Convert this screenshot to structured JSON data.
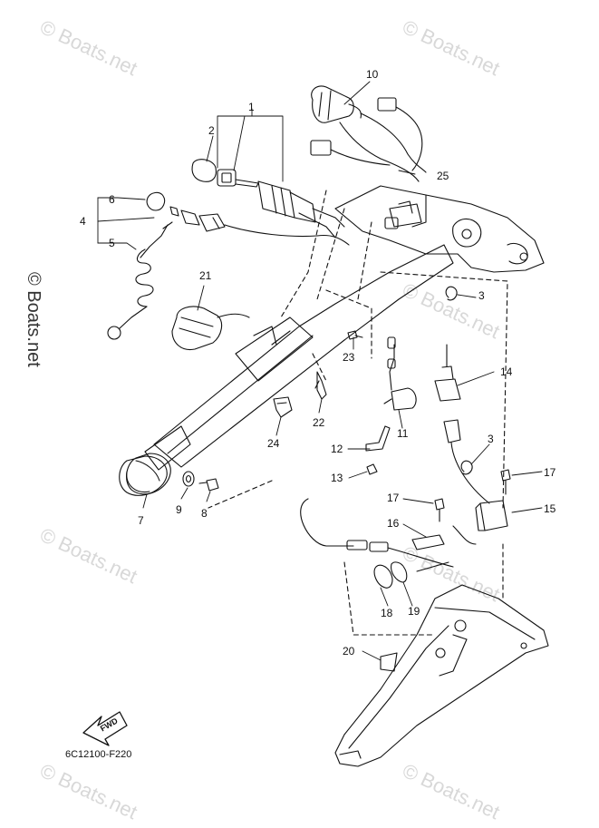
{
  "callouts": [
    {
      "id": "1",
      "label": "1"
    },
    {
      "id": "2",
      "label": "2"
    },
    {
      "id": "3a",
      "label": "3"
    },
    {
      "id": "3b",
      "label": "3"
    },
    {
      "id": "4",
      "label": "4"
    },
    {
      "id": "5",
      "label": "5"
    },
    {
      "id": "6",
      "label": "6"
    },
    {
      "id": "7",
      "label": "7"
    },
    {
      "id": "8",
      "label": "8"
    },
    {
      "id": "9",
      "label": "9"
    },
    {
      "id": "10",
      "label": "10"
    },
    {
      "id": "11",
      "label": "11"
    },
    {
      "id": "12",
      "label": "12"
    },
    {
      "id": "13",
      "label": "13"
    },
    {
      "id": "14",
      "label": "14"
    },
    {
      "id": "15",
      "label": "15"
    },
    {
      "id": "16",
      "label": "16"
    },
    {
      "id": "17a",
      "label": "17"
    },
    {
      "id": "17b",
      "label": "17"
    },
    {
      "id": "18",
      "label": "18"
    },
    {
      "id": "19",
      "label": "19"
    },
    {
      "id": "20",
      "label": "20"
    },
    {
      "id": "21",
      "label": "21"
    },
    {
      "id": "22",
      "label": "22"
    },
    {
      "id": "23",
      "label": "23"
    },
    {
      "id": "24",
      "label": "24"
    },
    {
      "id": "25",
      "label": "25"
    }
  ],
  "fwd_label": "FWD",
  "diagram_code": "6C12100-F220",
  "watermark": "© Boats.net",
  "side_watermark": "© Boats.net"
}
